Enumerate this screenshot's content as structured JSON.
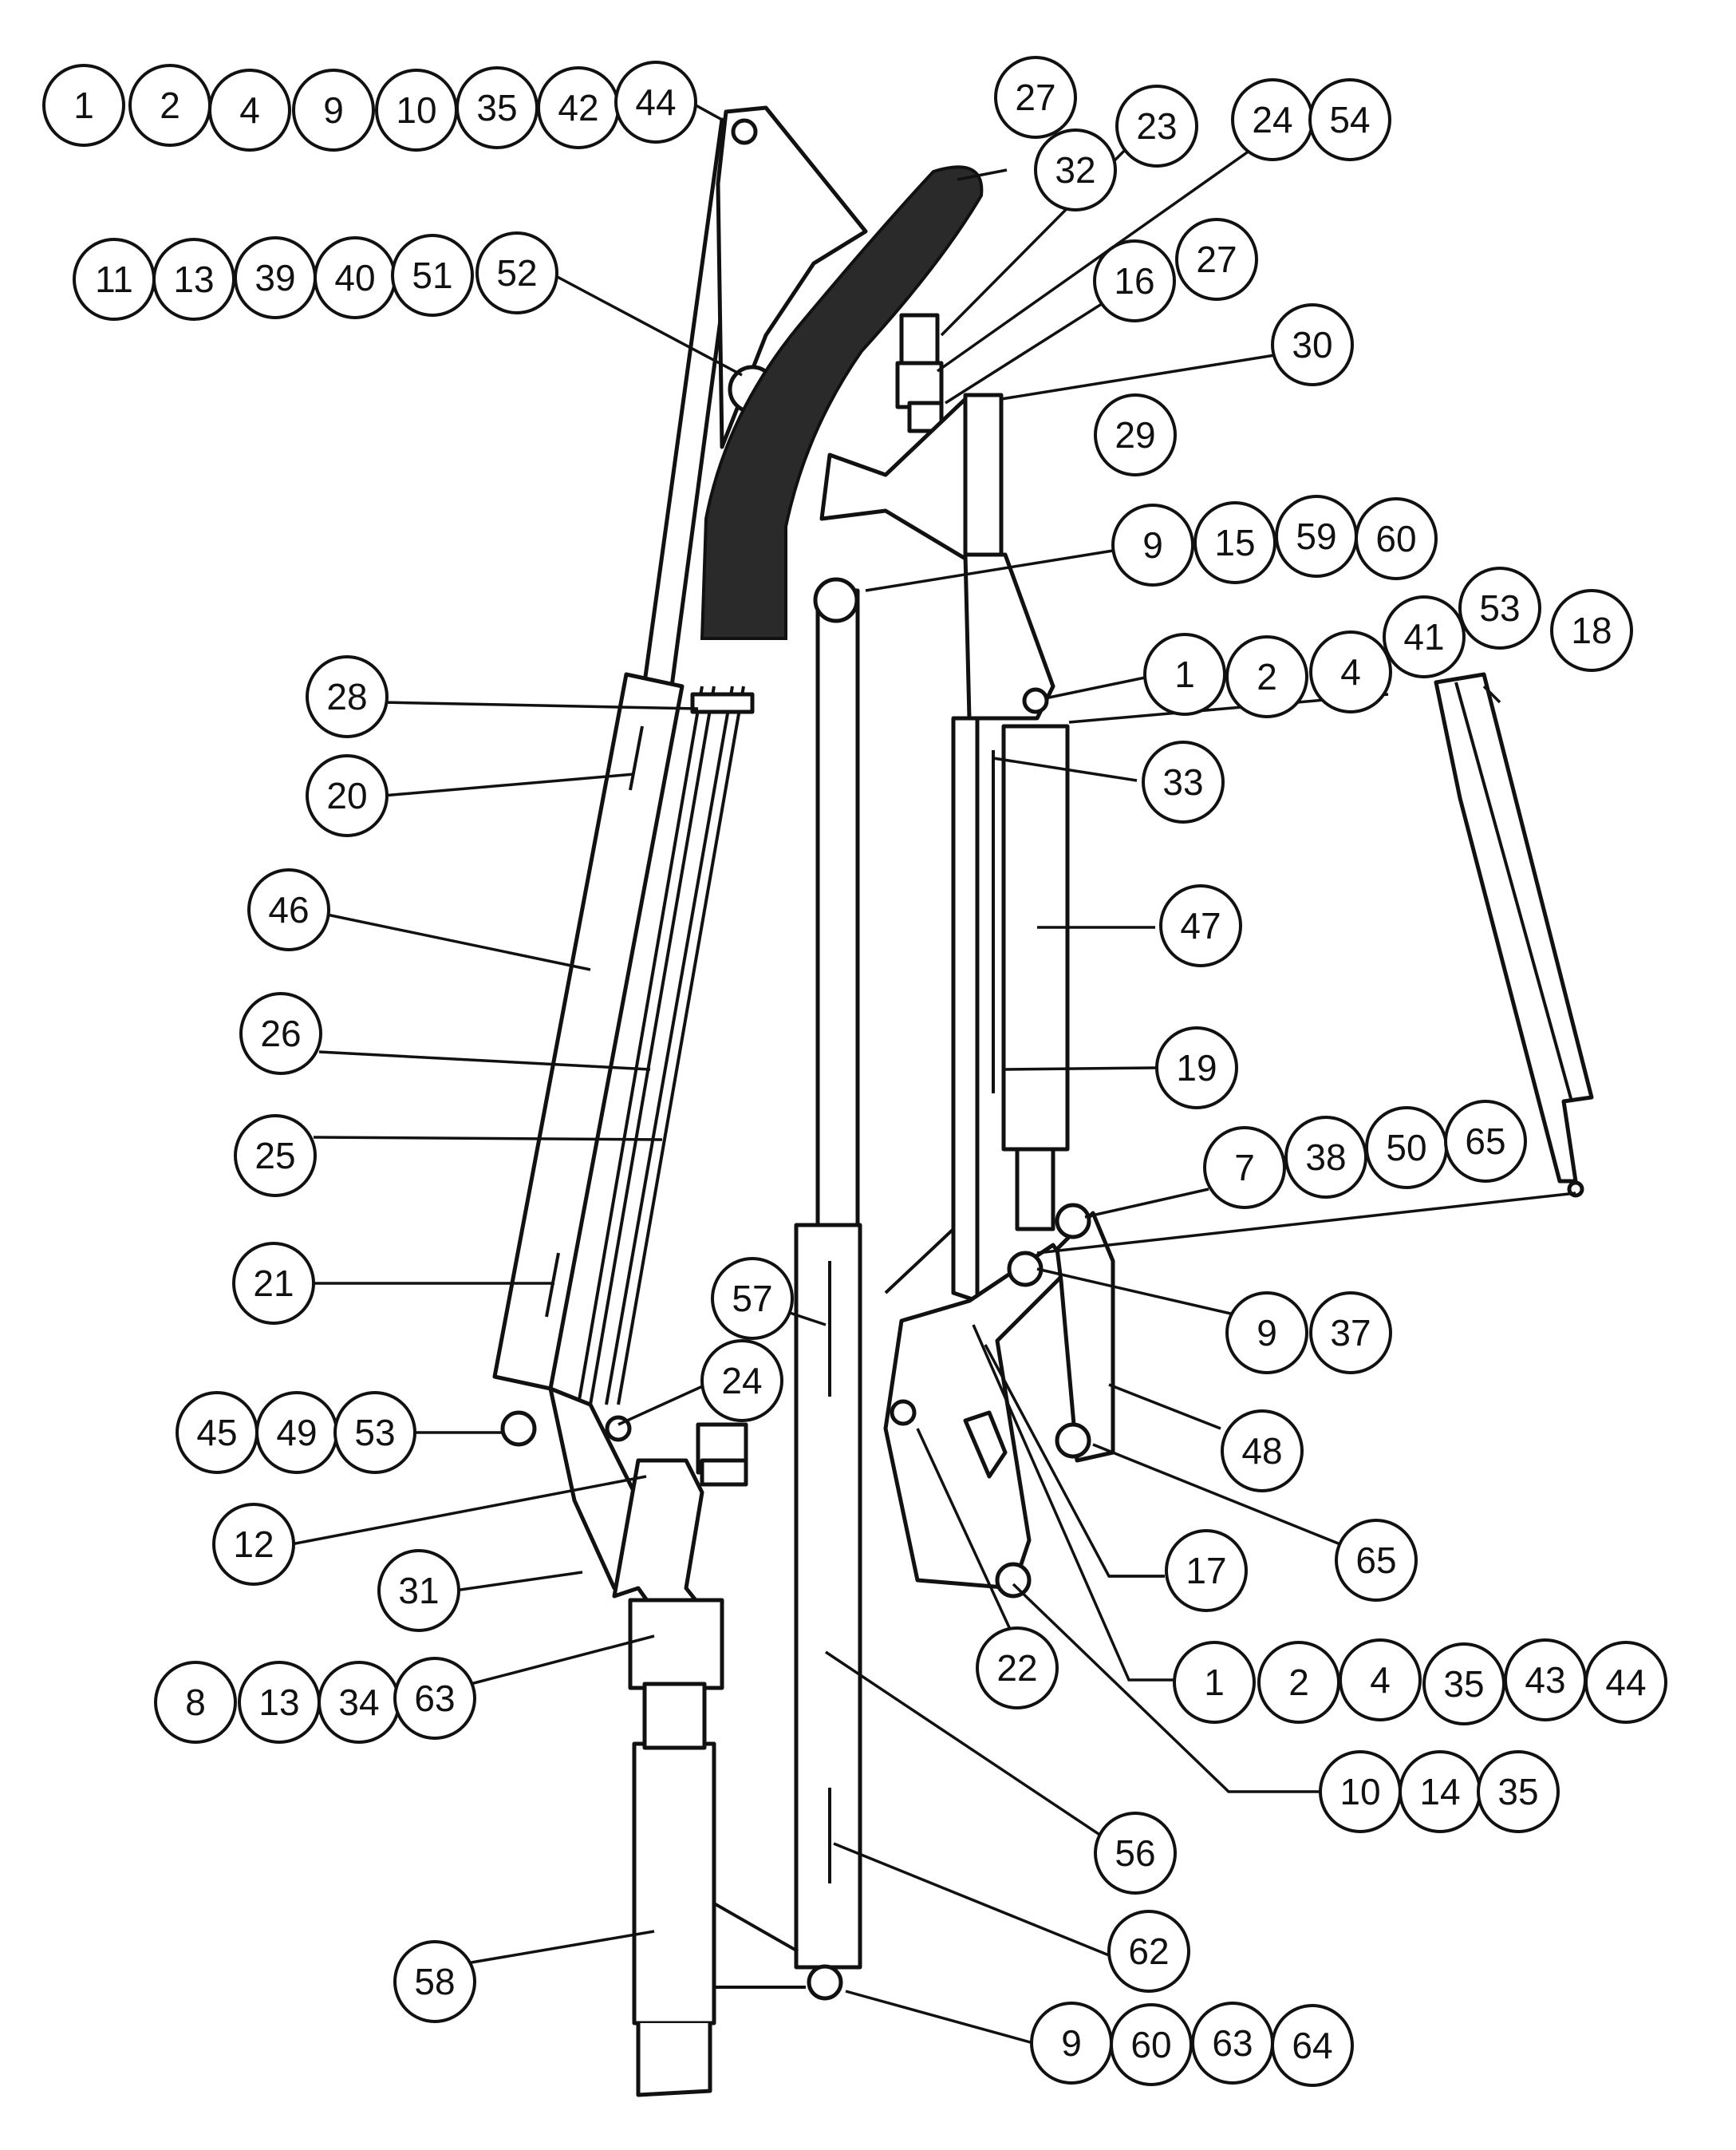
{
  "callouts": {
    "row1": [
      "1",
      "2",
      "4",
      "9",
      "10",
      "35",
      "42",
      "44"
    ],
    "c27a": "27",
    "c23": "23",
    "c24a": "24",
    "c54": "54",
    "c32": "32",
    "row2": [
      "11",
      "13",
      "39",
      "40",
      "51",
      "52"
    ],
    "c16": "16",
    "c27b": "27",
    "c30": "30",
    "c29": "29",
    "row3": [
      "9",
      "15",
      "59",
      "60"
    ],
    "c53a": "53",
    "c41": "41",
    "c18": "18",
    "row4": [
      "1",
      "2",
      "4"
    ],
    "c28": "28",
    "c20": "20",
    "c33": "33",
    "c46": "46",
    "c47": "47",
    "c26": "26",
    "c19": "19",
    "c25": "25",
    "row5": [
      "7",
      "38",
      "50",
      "65"
    ],
    "c21": "21",
    "c57": "57",
    "row6": [
      "9",
      "37"
    ],
    "c24b": "24",
    "row7": [
      "45",
      "49",
      "53"
    ],
    "c48": "48",
    "c12": "12",
    "c65": "65",
    "c31": "31",
    "c17": "17",
    "row8": [
      "8",
      "13",
      "34",
      "63"
    ],
    "c22": "22",
    "row9": [
      "1",
      "2",
      "4",
      "35",
      "43",
      "44"
    ],
    "row10": [
      "10",
      "14",
      "35"
    ],
    "c56": "56",
    "c62": "62",
    "c58": "58",
    "row11": [
      "9",
      "60",
      "63",
      "64"
    ]
  }
}
